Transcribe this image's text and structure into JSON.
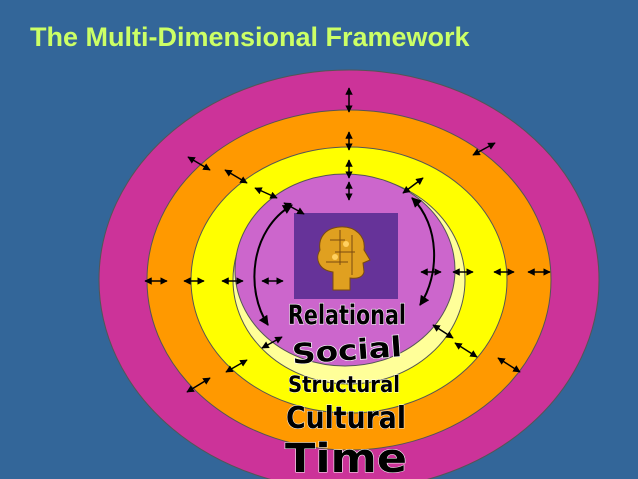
{
  "title": "The Multi-Dimensional Framework",
  "layers": [
    {
      "label": "Time",
      "color": "#cc3399"
    },
    {
      "label": "Cultural",
      "color": "#ff9900"
    },
    {
      "label": "Structural",
      "color": "#ffff00"
    },
    {
      "label": "Social",
      "color": "#ffff99"
    },
    {
      "label": "Relational",
      "color": "#cc66cc"
    }
  ],
  "colors": {
    "background": "#336699",
    "title": "#ccff66",
    "label_text": "#000000",
    "label_outline": "#ffffff",
    "center_image_bg": "#663399",
    "arrow": "#000000"
  },
  "center_image": "puzzle-head-icon"
}
